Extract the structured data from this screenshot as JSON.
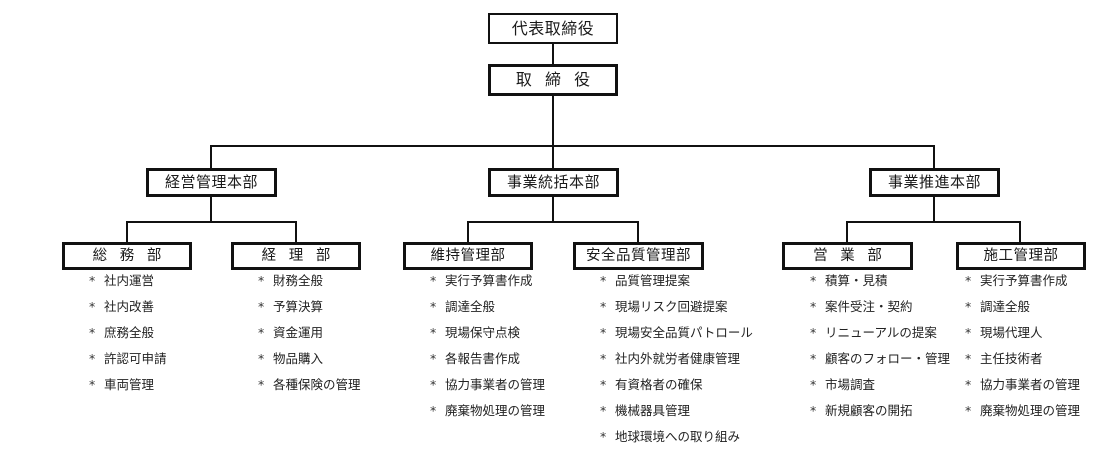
{
  "diagram": {
    "type": "organization-chart",
    "title": "",
    "line_color": "#111111",
    "background": "#ffffff",
    "bullet_glyph": "*"
  },
  "nodes": {
    "ceo": {
      "label": "代表取締役"
    },
    "director": {
      "label": "取 締 役"
    },
    "divisions": [
      {
        "id": "keiei",
        "label": "経営管理本部"
      },
      {
        "id": "jigyo-tokatsu",
        "label": "事業統括本部"
      },
      {
        "id": "jigyo-suishin",
        "label": "事業推進本部"
      }
    ],
    "departments": [
      {
        "id": "soumu",
        "label": "総 務 部",
        "items": [
          "社内運営",
          "社内改善",
          "庶務全般",
          "許認可申請",
          "車両管理"
        ]
      },
      {
        "id": "keiri",
        "label": "経 理 部",
        "items": [
          "財務全般",
          "予算決算",
          "資金運用",
          "物品購入",
          "各種保険の管理"
        ]
      },
      {
        "id": "ijikanri",
        "label": "維持管理部",
        "items": [
          "実行予算書作成",
          "調達全般",
          "現場保守点検",
          "各報告書作成",
          "協力事業者の管理",
          "廃棄物処理の管理"
        ]
      },
      {
        "id": "anzenhinshitsu",
        "label": "安全品質管理部",
        "items": [
          "品質管理提案",
          "現場リスク回避提案",
          "現場安全品質パトロール",
          "社内外就労者健康管理",
          "有資格者の確保",
          "機械器具管理",
          "地球環境への取り組み"
        ]
      },
      {
        "id": "eigyo",
        "label": "営 業 部",
        "items": [
          "積算・見積",
          "案件受注・契約",
          "リニューアルの提案",
          "顧客のフォロー・管理",
          "市場調査",
          "新規顧客の開拓"
        ]
      },
      {
        "id": "sekokanri",
        "label": "施工管理部",
        "items": [
          "実行予算書作成",
          "調達全般",
          "現場代理人",
          "主任技術者",
          "協力事業者の管理",
          "廃棄物処理の管理"
        ]
      }
    ]
  }
}
